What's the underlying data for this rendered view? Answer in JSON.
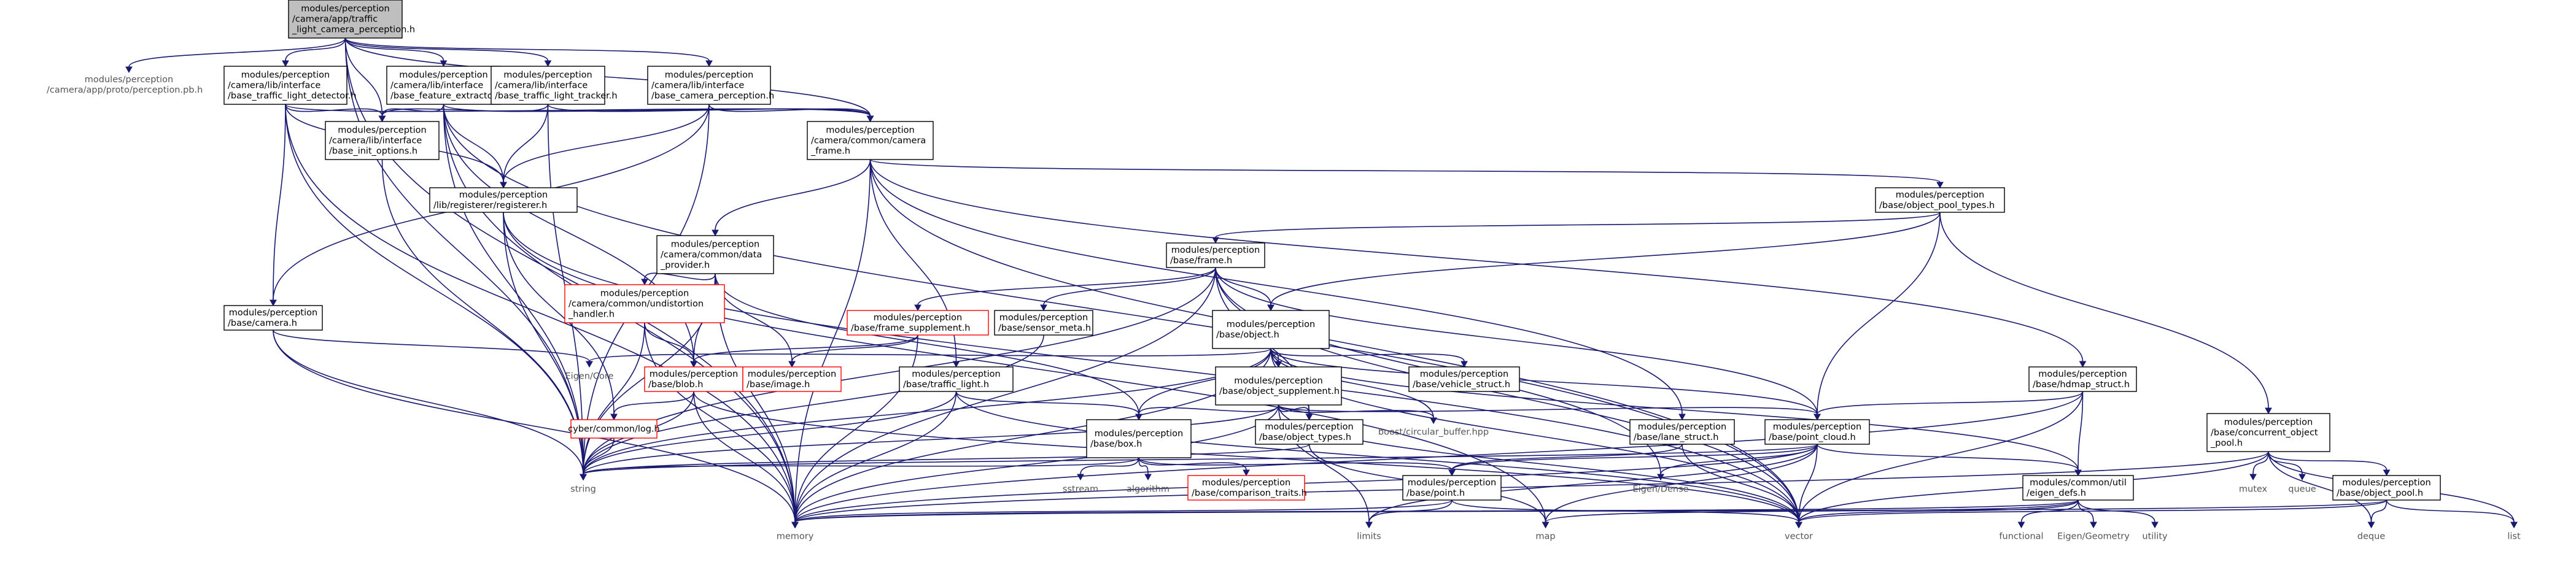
{
  "diagram": {
    "nodes": [
      {
        "id": "root",
        "lines": [
          "modules/perception",
          "/camera/app/traffic",
          "_light_camera_perception.h"
        ],
        "style": "root"
      },
      {
        "id": "pb",
        "lines": [
          "modules/perception",
          "/camera/app/proto/perception.pb.h"
        ],
        "style": "plain"
      },
      {
        "id": "btld",
        "lines": [
          "modules/perception",
          "/camera/lib/interface",
          "/base_traffic_light_detector.h"
        ],
        "style": "box"
      },
      {
        "id": "bfe",
        "lines": [
          "modules/perception",
          "/camera/lib/interface",
          "/base_feature_extractor.h"
        ],
        "style": "box"
      },
      {
        "id": "btlt",
        "lines": [
          "modules/perception",
          "/camera/lib/interface",
          "/base_traffic_light_tracker.h"
        ],
        "style": "box"
      },
      {
        "id": "bcp",
        "lines": [
          "modules/perception",
          "/camera/lib/interface",
          "/base_camera_perception.h"
        ],
        "style": "box"
      },
      {
        "id": "bio",
        "lines": [
          "modules/perception",
          "/camera/lib/interface",
          "/base_init_options.h"
        ],
        "style": "box"
      },
      {
        "id": "ccf",
        "lines": [
          "modules/perception",
          "/camera/common/camera",
          "_frame.h"
        ],
        "style": "box"
      },
      {
        "id": "reg",
        "lines": [
          "modules/perception",
          "/lib/registerer/registerer.h"
        ],
        "style": "box"
      },
      {
        "id": "opt",
        "lines": [
          "modules/perception",
          "/base/object_pool_types.h"
        ],
        "style": "box"
      },
      {
        "id": "dp",
        "lines": [
          "modules/perception",
          "/camera/common/data",
          "_provider.h"
        ],
        "style": "box"
      },
      {
        "id": "frame",
        "lines": [
          "modules/perception",
          "/base/frame.h"
        ],
        "style": "box"
      },
      {
        "id": "und",
        "lines": [
          "modules/perception",
          "/camera/common/undistortion",
          "_handler.h"
        ],
        "style": "red"
      },
      {
        "id": "fsup",
        "lines": [
          "modules/perception",
          "/base/frame_supplement.h"
        ],
        "style": "red"
      },
      {
        "id": "smeta",
        "lines": [
          "modules/perception",
          "/base/sensor_meta.h"
        ],
        "style": "box"
      },
      {
        "id": "obj",
        "lines": [
          "modules/perception",
          "/base/object.h"
        ],
        "style": "box"
      },
      {
        "id": "cam",
        "lines": [
          "modules/perception",
          "/base/camera.h"
        ],
        "style": "box"
      },
      {
        "id": "eigencore",
        "lines": [
          "Eigen/Core"
        ],
        "style": "plain"
      },
      {
        "id": "blob",
        "lines": [
          "modules/perception",
          "/base/blob.h"
        ],
        "style": "red"
      },
      {
        "id": "image",
        "lines": [
          "modules/perception",
          "/base/image.h"
        ],
        "style": "red"
      },
      {
        "id": "tl",
        "lines": [
          "modules/perception",
          "/base/traffic_light.h"
        ],
        "style": "box"
      },
      {
        "id": "osup",
        "lines": [
          "modules/perception",
          "/base/object_supplement.h"
        ],
        "style": "box"
      },
      {
        "id": "vs",
        "lines": [
          "modules/perception",
          "/base/vehicle_struct.h"
        ],
        "style": "box"
      },
      {
        "id": "hmap",
        "lines": [
          "modules/perception",
          "/base/hdmap_struct.h"
        ],
        "style": "box"
      },
      {
        "id": "log",
        "lines": [
          "cyber/common/log.h"
        ],
        "style": "red"
      },
      {
        "id": "box",
        "lines": [
          "modules/perception",
          "/base/box.h"
        ],
        "style": "box"
      },
      {
        "id": "otypes",
        "lines": [
          "modules/perception",
          "/base/object_types.h"
        ],
        "style": "box"
      },
      {
        "id": "boostcb",
        "lines": [
          "boost/circular_buffer.hpp"
        ],
        "style": "plain"
      },
      {
        "id": "lane",
        "lines": [
          "modules/perception",
          "/base/lane_struct.h"
        ],
        "style": "box"
      },
      {
        "id": "pc",
        "lines": [
          "modules/perception",
          "/base/point_cloud.h"
        ],
        "style": "box"
      },
      {
        "id": "coop",
        "lines": [
          "modules/perception",
          "/base/concurrent_object",
          "_pool.h"
        ],
        "style": "box"
      },
      {
        "id": "string",
        "lines": [
          "string"
        ],
        "style": "plain"
      },
      {
        "id": "sstream",
        "lines": [
          "sstream"
        ],
        "style": "plain"
      },
      {
        "id": "algorithm",
        "lines": [
          "algorithm"
        ],
        "style": "plain"
      },
      {
        "id": "comptr",
        "lines": [
          "modules/perception",
          "/base/comparison_traits.h"
        ],
        "style": "red"
      },
      {
        "id": "point",
        "lines": [
          "modules/perception",
          "/base/point.h"
        ],
        "style": "box"
      },
      {
        "id": "eigendense",
        "lines": [
          "Eigen/Dense"
        ],
        "style": "plain"
      },
      {
        "id": "eigendefs",
        "lines": [
          "modules/common/util",
          "/eigen_defs.h"
        ],
        "style": "box"
      },
      {
        "id": "mutex",
        "lines": [
          "mutex"
        ],
        "style": "plain"
      },
      {
        "id": "queue",
        "lines": [
          "queue"
        ],
        "style": "plain"
      },
      {
        "id": "opool",
        "lines": [
          "modules/perception",
          "/base/object_pool.h"
        ],
        "style": "box"
      },
      {
        "id": "memory",
        "lines": [
          "memory"
        ],
        "style": "plain"
      },
      {
        "id": "limits",
        "lines": [
          "limits"
        ],
        "style": "plain"
      },
      {
        "id": "map",
        "lines": [
          "map"
        ],
        "style": "plain"
      },
      {
        "id": "vector",
        "lines": [
          "vector"
        ],
        "style": "plain"
      },
      {
        "id": "functional",
        "lines": [
          "functional"
        ],
        "style": "plain"
      },
      {
        "id": "eigengeo",
        "lines": [
          "Eigen/Geometry"
        ],
        "style": "plain"
      },
      {
        "id": "utility",
        "lines": [
          "utility"
        ],
        "style": "plain"
      },
      {
        "id": "deque",
        "lines": [
          "deque"
        ],
        "style": "plain"
      },
      {
        "id": "list",
        "lines": [
          "list"
        ],
        "style": "plain"
      }
    ],
    "edges": [
      [
        "root",
        "pb"
      ],
      [
        "root",
        "btld"
      ],
      [
        "root",
        "bfe"
      ],
      [
        "root",
        "btlt"
      ],
      [
        "root",
        "bcp"
      ],
      [
        "root",
        "bio"
      ],
      [
        "root",
        "ccf"
      ],
      [
        "root",
        "memory"
      ],
      [
        "root",
        "string"
      ],
      [
        "btld",
        "bio"
      ],
      [
        "btld",
        "ccf"
      ],
      [
        "btld",
        "reg"
      ],
      [
        "btld",
        "cam"
      ],
      [
        "btld",
        "memory"
      ],
      [
        "btld",
        "string"
      ],
      [
        "bfe",
        "bio"
      ],
      [
        "bfe",
        "ccf"
      ],
      [
        "bfe",
        "reg"
      ],
      [
        "bfe",
        "blob"
      ],
      [
        "bfe",
        "memory"
      ],
      [
        "bfe",
        "string"
      ],
      [
        "bfe",
        "vector"
      ],
      [
        "btlt",
        "bio"
      ],
      [
        "btlt",
        "ccf"
      ],
      [
        "btlt",
        "reg"
      ],
      [
        "btlt",
        "string"
      ],
      [
        "bcp",
        "ccf"
      ],
      [
        "bcp",
        "reg"
      ],
      [
        "bcp",
        "cam"
      ],
      [
        "bcp",
        "string"
      ],
      [
        "bio",
        "string"
      ],
      [
        "ccf",
        "dp"
      ],
      [
        "ccf",
        "opt"
      ],
      [
        "ccf",
        "tl"
      ],
      [
        "ccf",
        "hmap"
      ],
      [
        "ccf",
        "lane"
      ],
      [
        "ccf",
        "memory"
      ],
      [
        "ccf",
        "vector"
      ],
      [
        "reg",
        "log"
      ],
      [
        "reg",
        "map"
      ],
      [
        "reg",
        "string"
      ],
      [
        "reg",
        "vector"
      ],
      [
        "opt",
        "frame"
      ],
      [
        "opt",
        "obj"
      ],
      [
        "opt",
        "pc"
      ],
      [
        "opt",
        "coop"
      ],
      [
        "dp",
        "und"
      ],
      [
        "dp",
        "blob"
      ],
      [
        "dp",
        "image"
      ],
      [
        "dp",
        "box"
      ],
      [
        "dp",
        "string"
      ],
      [
        "dp",
        "memory"
      ],
      [
        "frame",
        "fsup"
      ],
      [
        "frame",
        "smeta"
      ],
      [
        "frame",
        "obj"
      ],
      [
        "frame",
        "otypes"
      ],
      [
        "frame",
        "eigendense"
      ],
      [
        "frame",
        "memory"
      ],
      [
        "frame",
        "string"
      ],
      [
        "frame",
        "vector"
      ],
      [
        "frame",
        "pc"
      ],
      [
        "und",
        "blob"
      ],
      [
        "und",
        "memory"
      ],
      [
        "und",
        "string"
      ],
      [
        "fsup",
        "blob"
      ],
      [
        "fsup",
        "image"
      ],
      [
        "fsup",
        "memory"
      ],
      [
        "smeta",
        "string"
      ],
      [
        "obj",
        "eigencore"
      ],
      [
        "obj",
        "box"
      ],
      [
        "obj",
        "osup"
      ],
      [
        "obj",
        "otypes"
      ],
      [
        "obj",
        "vs"
      ],
      [
        "obj",
        "pc"
      ],
      [
        "obj",
        "boostcb"
      ],
      [
        "obj",
        "memory"
      ],
      [
        "obj",
        "string"
      ],
      [
        "obj",
        "vector"
      ],
      [
        "obj",
        "eigendefs"
      ],
      [
        "cam",
        "eigencore"
      ],
      [
        "cam",
        "memory"
      ],
      [
        "cam",
        "string"
      ],
      [
        "blob",
        "log"
      ],
      [
        "blob",
        "memory"
      ],
      [
        "blob",
        "string"
      ],
      [
        "blob",
        "vector"
      ],
      [
        "tl",
        "box"
      ],
      [
        "tl",
        "memory"
      ],
      [
        "tl",
        "string"
      ],
      [
        "tl",
        "vector"
      ],
      [
        "osup",
        "box"
      ],
      [
        "osup",
        "otypes"
      ],
      [
        "osup",
        "pc"
      ],
      [
        "osup",
        "boostcb"
      ],
      [
        "osup",
        "memory"
      ],
      [
        "osup",
        "string"
      ],
      [
        "osup",
        "vector"
      ],
      [
        "osup",
        "limits"
      ],
      [
        "hmap",
        "pc"
      ],
      [
        "hmap",
        "eigendefs"
      ],
      [
        "hmap",
        "memory"
      ],
      [
        "hmap",
        "vector"
      ],
      [
        "log",
        "string"
      ],
      [
        "box",
        "sstream"
      ],
      [
        "box",
        "algorithm"
      ],
      [
        "box",
        "comptr"
      ],
      [
        "box",
        "point"
      ],
      [
        "box",
        "string"
      ],
      [
        "otypes",
        "map"
      ],
      [
        "otypes",
        "string"
      ],
      [
        "lane",
        "point"
      ],
      [
        "lane",
        "vector"
      ],
      [
        "pc",
        "point"
      ],
      [
        "pc",
        "eigendense"
      ],
      [
        "pc",
        "eigendefs"
      ],
      [
        "pc",
        "memory"
      ],
      [
        "pc",
        "string"
      ],
      [
        "pc",
        "vector"
      ],
      [
        "pc",
        "limits"
      ],
      [
        "pc",
        "map"
      ],
      [
        "coop",
        "mutex"
      ],
      [
        "coop",
        "queue"
      ],
      [
        "coop",
        "opool"
      ],
      [
        "coop",
        "memory"
      ],
      [
        "coop",
        "vector"
      ],
      [
        "coop",
        "list"
      ],
      [
        "coop",
        "deque"
      ],
      [
        "point",
        "limits"
      ],
      [
        "point",
        "memory"
      ],
      [
        "point",
        "vector"
      ],
      [
        "eigendefs",
        "functional"
      ],
      [
        "eigendefs",
        "eigengeo"
      ],
      [
        "eigendefs",
        "utility"
      ],
      [
        "eigendefs",
        "map"
      ],
      [
        "eigendefs",
        "memory"
      ],
      [
        "eigendefs",
        "vector"
      ],
      [
        "opool",
        "deque"
      ],
      [
        "opool",
        "list"
      ],
      [
        "opool",
        "memory"
      ],
      [
        "opool",
        "vector"
      ]
    ]
  }
}
